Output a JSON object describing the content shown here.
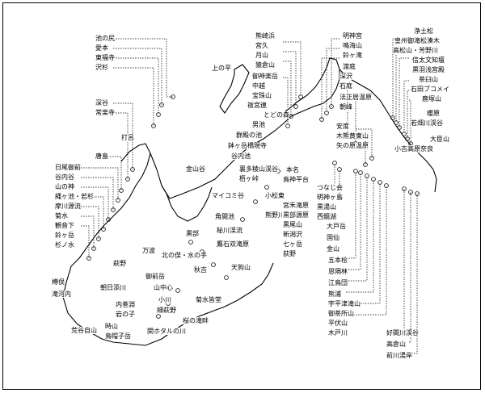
{
  "labels": [
    "池の尻",
    "愛本",
    "東福寺",
    "沢杉",
    "深谷",
    "常楽寺",
    "打呂",
    "唐島",
    "日尾御前",
    "谷内谷",
    "山の神",
    "縄ヶ池・若杉",
    "摩川源流",
    "菊水",
    "観音下",
    "鈴ヶ岳",
    "杉ノ水",
    "萩野",
    "樽俣",
    "滝河内",
    "朝日添川",
    "内巻淵",
    "岩の子",
    "時山",
    "鳥帽子岳",
    "荒谷自山",
    "上の平",
    "熊崎浜",
    "宮久",
    "月山",
    "猿倉山",
    "御神楽岳",
    "中越",
    "宝珠山",
    "祓宮連",
    "とどの森",
    "男池",
    "群殿の池",
    "鉢ヶ岳橋現寺",
    "谷内池",
    "裏多稜山渓谷",
    "栢ヶ峠",
    "金山谷",
    "マイコミ谷",
    "角間池",
    "黒部",
    "秘川渓流",
    "鷹石双滝原",
    "万波",
    "北の俣・水の手",
    "天狗山",
    "御前岳",
    "秋吉",
    "山中心",
    "小川",
    "細萩野",
    "菊水皆堂",
    "桜の滝畔",
    "関ホタルの川",
    "小松東",
    "熊野川",
    "本名",
    "鳥神平台",
    "宮禾滝原",
    "黒部源原",
    "黒尾山",
    "新潟沢",
    "七ヶ岳",
    "荻野",
    "明神宮",
    "鳴海山",
    "鈴ヶ滝",
    "渡庭",
    "深沢",
    "石庭",
    "法正居温原",
    "朝峰",
    "安度",
    "木熊黄東山",
    "矢の原温原",
    "つなじ会",
    "明神ヶ島",
    "黒湯山",
    "西鏡湖",
    "大戸岳",
    "国仙",
    "金山",
    "五本桧",
    "恩隔林",
    "江鳥団",
    "熊浦",
    "宇平津滝山",
    "御茶所山",
    "平伏山",
    "木戸川",
    "好間川渓谷",
    "高倉山",
    "前川湯岸",
    "浄土松",
    "皇州御滝松湊木",
    "高松山・芳野川",
    "信太文知壇",
    "黒羽浅宮殿",
    "茶臼山",
    "石田ブコメイ",
    "鹿塚山",
    "櫻原",
    "若畑川渓谷",
    "大臣山",
    "小吉高原奈良"
  ]
}
